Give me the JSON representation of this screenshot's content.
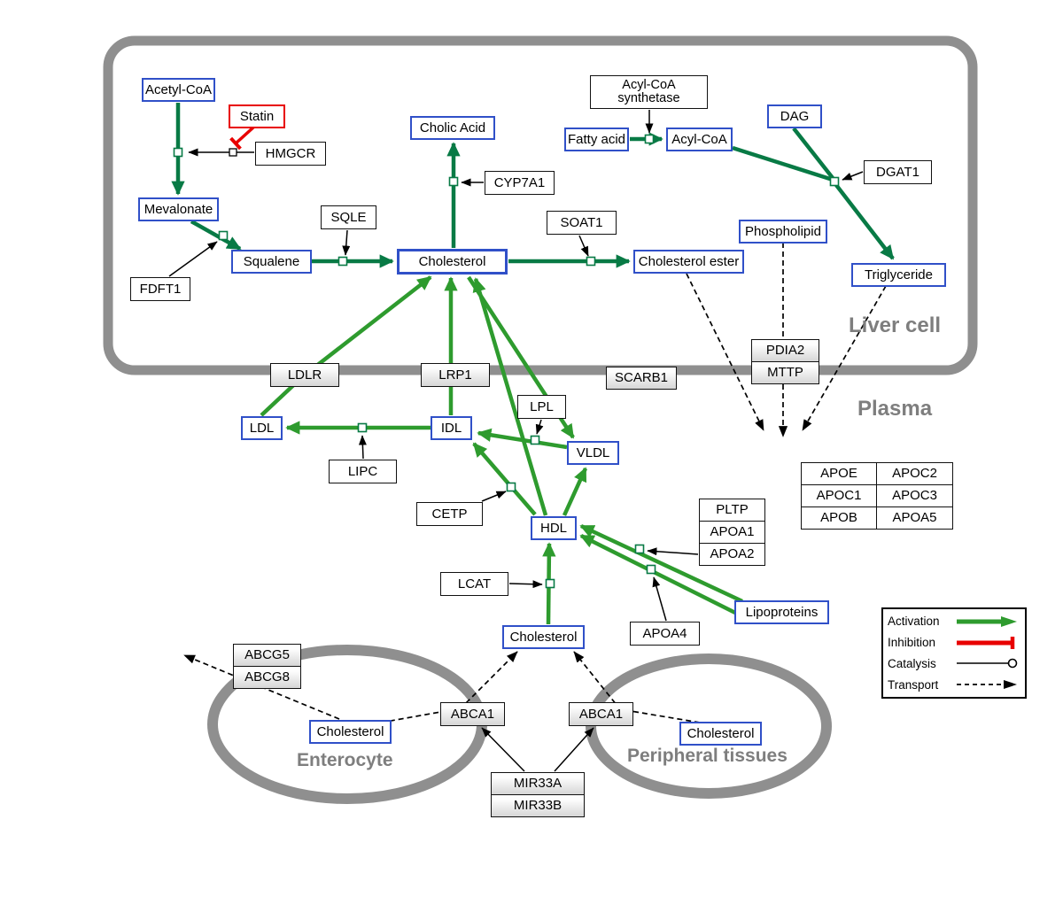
{
  "regions": {
    "liver_cell": "Liver cell",
    "plasma": "Plasma",
    "enterocyte": "Enterocyte",
    "peripheral_tissues": "Peripheral tissues"
  },
  "nodes": {
    "acetyl_coa": "Acetyl-CoA",
    "statin": "Statin",
    "hmgcr": "HMGCR",
    "mevalonate": "Mevalonate",
    "fdft1": "FDFT1",
    "squalene": "Squalene",
    "sqle": "SQLE",
    "cholesterol_liver": "Cholesterol",
    "cholic_acid": "Cholic Acid",
    "cyp7a1": "CYP7A1",
    "soat1": "SOAT1",
    "cholesterol_ester": "Cholesterol ester",
    "acyl_coa_synthetase_line1": "Acyl-CoA",
    "acyl_coa_synthetase_line2": "synthetase",
    "fatty_acid": "Fatty acid",
    "acyl_coa": "Acyl-CoA",
    "dag": "DAG",
    "dgat1": "DGAT1",
    "phospholipid": "Phospholipid",
    "triglyceride": "Triglyceride",
    "ldlr": "LDLR",
    "lrp1": "LRP1",
    "scarb1": "SCARB1",
    "pdia2": "PDIA2",
    "mttp": "MTTP",
    "ldl": "LDL",
    "idl": "IDL",
    "lipc": "LIPC",
    "lpl": "LPL",
    "vldl": "VLDL",
    "cetp": "CETP",
    "hdl": "HDL",
    "lcat": "LCAT",
    "pltp": "PLTP",
    "apoa1": "APOA1",
    "apoa2": "APOA2",
    "apoa4": "APOA4",
    "lipoproteins": "Lipoproteins",
    "cholesterol_plasma": "Cholesterol",
    "abcg5": "ABCG5",
    "abcg8": "ABCG8",
    "cholesterol_enterocyte": "Cholesterol",
    "abca1_enterocyte": "ABCA1",
    "abca1_peripheral": "ABCA1",
    "cholesterol_peripheral": "Cholesterol",
    "mir33a": "MIR33A",
    "mir33b": "MIR33B"
  },
  "apo_table": [
    [
      "APOE",
      "APOC2"
    ],
    [
      "APOC1",
      "APOC3"
    ],
    [
      "APOB",
      "APOA5"
    ]
  ],
  "legend": {
    "activation": "Activation",
    "inhibition": "Inhibition",
    "catalysis": "Catalysis",
    "transport": "Transport"
  },
  "colors": {
    "metabolite_border": "#3050c8",
    "inhibition_red": "#e80000",
    "reaction_green": "#087a45",
    "activation_green": "#2e9b2e",
    "membrane_gray": "#8f8f8f"
  }
}
